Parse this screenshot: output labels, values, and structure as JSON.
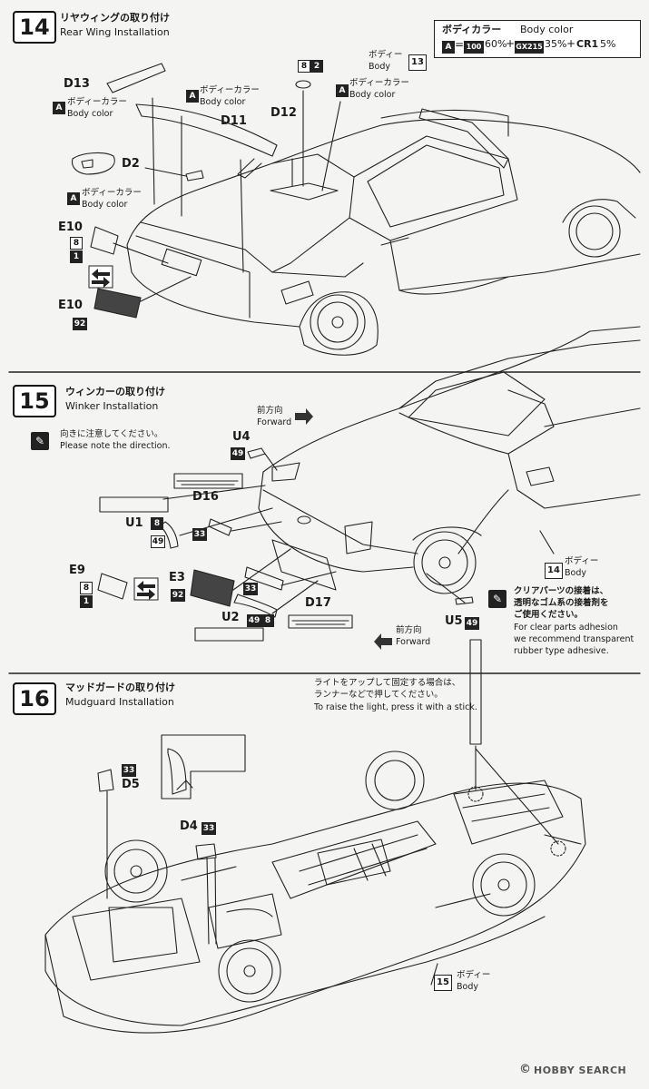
{
  "steps": [
    {
      "number": "14",
      "title_jp": "リヤウィングの取り付け",
      "title_en": "Rear Wing Installation"
    },
    {
      "number": "15",
      "title_jp": "ウィンカーの取り付け",
      "title_en": "Winker Installation"
    },
    {
      "number": "16",
      "title_jp": "マッドガードの取り付け",
      "title_en": "Mudguard Installation"
    }
  ],
  "body_color": {
    "title_jp": "ボディカラー",
    "title_en": "Body color",
    "code": "A",
    "eq": "=",
    "p1": "100",
    "p1_pct": "60%",
    "plus1": "+",
    "p2": "GX215",
    "p2_pct": "35%",
    "plus2": "+",
    "p3": "CR1",
    "p3_pct": "5%"
  },
  "color_note": {
    "code": "A",
    "jp": "ボディーカラー",
    "en": "Body color"
  },
  "body_note": {
    "jp": "ボディー",
    "en": "Body"
  },
  "parts": {
    "d13": "D13",
    "d11": "D11",
    "d12": "D12",
    "d2": "D2",
    "e10": "E10",
    "e10b": "E10",
    "u4": "U4",
    "d16": "D16",
    "u1": "U1",
    "e9": "E9",
    "e3": "E3",
    "u2": "U2",
    "d17": "D17",
    "u5": "U5",
    "d5": "D5",
    "d4": "D4"
  },
  "paints": {
    "n8": "8",
    "n2": "2",
    "n1": "1",
    "n92": "92",
    "n49": "49",
    "n33": "33"
  },
  "refs": {
    "s13": "13",
    "s14": "14",
    "s15": "15"
  },
  "forward": {
    "jp": "前方向",
    "en": "Forward"
  },
  "direction_note": {
    "jp": "向きに注意してください。",
    "en": "Please note the direction."
  },
  "clear_note": {
    "jp1": "クリアパーツの接着は、",
    "jp2": "透明なゴム系の接着剤を",
    "jp3": "ご使用ください。",
    "en1": "For clear parts adhesion",
    "en2": "we recommend transparent",
    "en3": "rubber type adhesive."
  },
  "light_note": {
    "jp1": "ライトをアップして固定する場合は、",
    "jp2": "ランナーなどで押してください。",
    "en": "To raise the light, press it with a stick."
  },
  "watermark": "HOBBY SEARCH",
  "watermark_mark": "©"
}
